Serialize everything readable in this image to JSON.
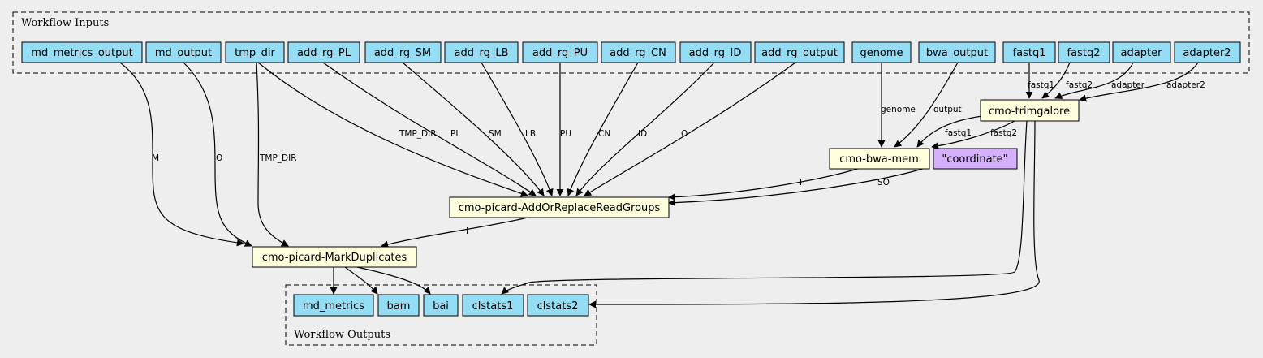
{
  "clusters": {
    "inputs_title": "Workflow Inputs",
    "outputs_title": "Workflow Outputs"
  },
  "inputs": [
    "md_metrics_output",
    "md_output",
    "tmp_dir",
    "add_rg_PL",
    "add_rg_SM",
    "add_rg_LB",
    "add_rg_PU",
    "add_rg_CN",
    "add_rg_ID",
    "add_rg_output",
    "genome",
    "bwa_output",
    "fastq1",
    "fastq2",
    "adapter",
    "adapter2"
  ],
  "steps": {
    "trimgalore": "cmo-trimgalore",
    "bwa": "cmo-bwa-mem",
    "addrg": "cmo-picard-AddOrReplaceReadGroups",
    "markdup": "cmo-picard-MarkDuplicates"
  },
  "constants": {
    "coordinate": "\"coordinate\""
  },
  "outputs": [
    "md_metrics",
    "bam",
    "bai",
    "clstats1",
    "clstats2"
  ],
  "edge_labels": {
    "fastq1_trim": "fastq1",
    "fastq2_trim": "fastq2",
    "adapter_trim": "adapter",
    "adapter2_trim": "adapter2",
    "genome_bwa": "genome",
    "output_bwa": "output",
    "trim_fastq1_bwa": "fastq1",
    "trim_fastq2_bwa": "fastq2",
    "tmp_rg": "TMP_DIR",
    "pl_rg": "PL",
    "sm_rg": "SM",
    "lb_rg": "LB",
    "pu_rg": "PU",
    "cn_rg": "CN",
    "id_rg": "ID",
    "o_rg": "O",
    "bwa_i_rg": "I",
    "so_rg": "SO",
    "m_md": "M",
    "o_md": "O",
    "tmp_md": "TMP_DIR",
    "rg_i_md": "I"
  }
}
